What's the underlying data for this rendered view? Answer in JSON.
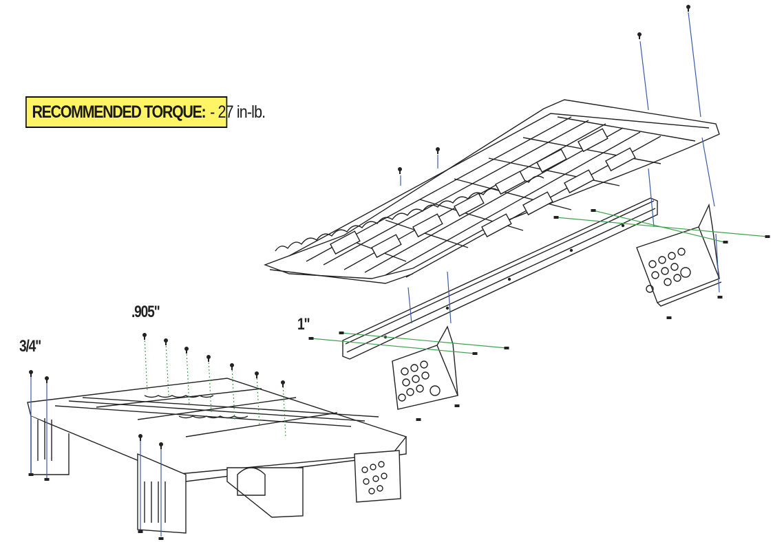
{
  "callout": {
    "label": "RECOMMENDED TORQUE:",
    "value": "- 27 in-lb."
  },
  "dimensions": {
    "three_quarter": "3/4\"",
    "point_905": ".905\"",
    "one_inch": "1\""
  },
  "colors": {
    "callout_fill": "#fff466",
    "fastener_line_blue": "#3b5ba8",
    "fastener_line_green": "#3fa34d",
    "line_art": "#222222"
  }
}
